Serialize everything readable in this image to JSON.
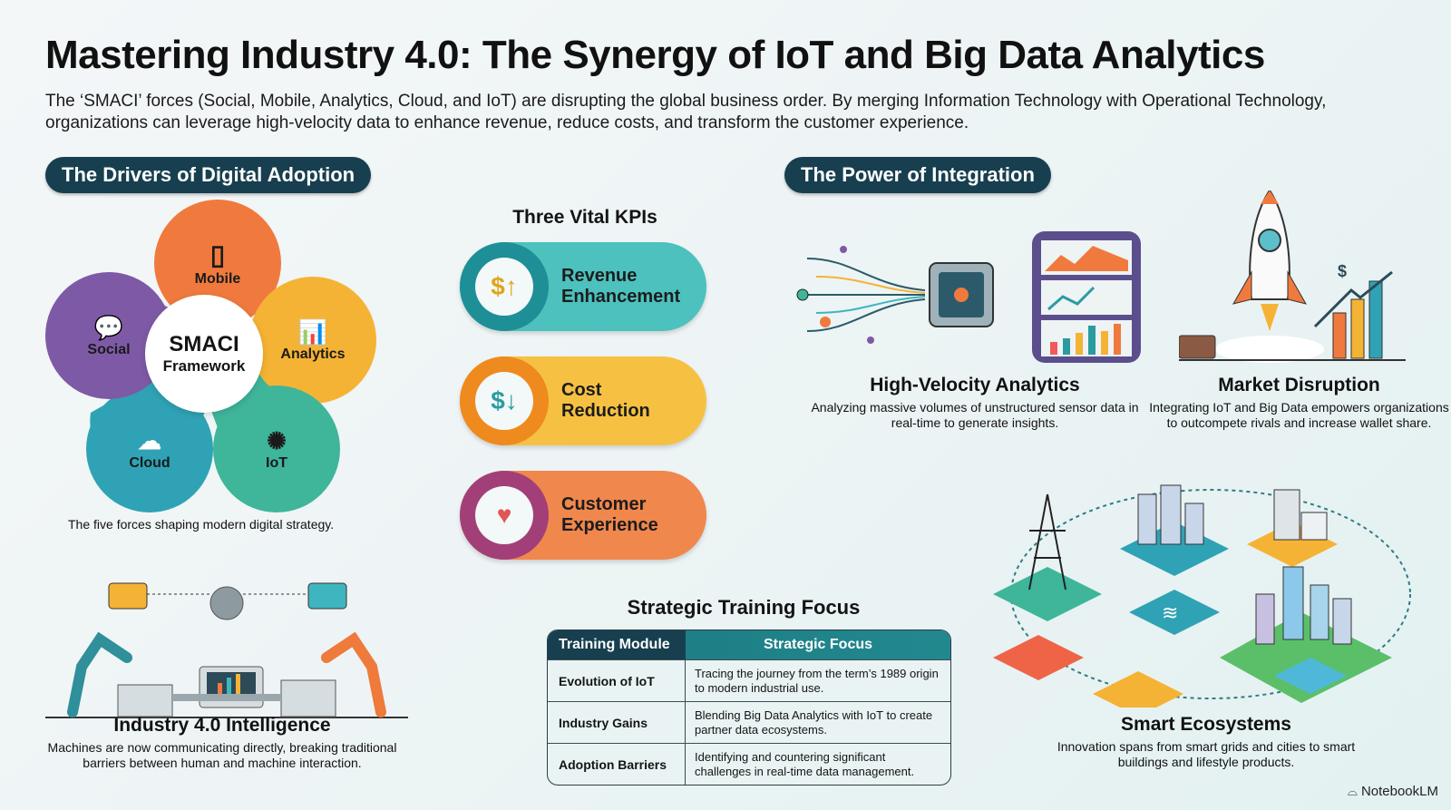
{
  "header": {
    "title": "Mastering Industry 4.0: The Synergy of IoT and Big Data Analytics",
    "subtitle": "The ‘SMACI’ forces (Social, Mobile, Analytics, Cloud, and IoT) are disrupting the global business order. By merging Information Technology with Operational Technology, organizations can leverage high-velocity data to enhance revenue, reduce costs, and transform the customer experience."
  },
  "drivers": {
    "heading": "The Drivers of Digital Adoption",
    "center_title": "SMACI",
    "center_subtitle": "Framework",
    "petals": [
      {
        "label": "Mobile",
        "icon": "smartphone-icon",
        "color": "#f07a3e"
      },
      {
        "label": "Analytics",
        "icon": "bar-chart-icon",
        "color": "#f5b335"
      },
      {
        "label": "IoT",
        "icon": "network-hub-icon",
        "color": "#3fb59a"
      },
      {
        "label": "Cloud",
        "icon": "cloud-upload-icon",
        "color": "#2fa3b5"
      },
      {
        "label": "Social",
        "icon": "people-chat-icon",
        "color": "#7e5aa6"
      }
    ],
    "caption": "The five forces shaping modern digital strategy."
  },
  "kpis": {
    "heading": "Three Vital KPIs",
    "items": [
      {
        "line1": "Revenue",
        "line2": "Enhancement",
        "icon": "revenue-up-icon",
        "glyph": "$↑",
        "ring": "#1e8f96",
        "bg": "#4cc1bd"
      },
      {
        "line1": "Cost",
        "line2": "Reduction",
        "icon": "cost-down-icon",
        "glyph": "$↓",
        "ring": "#ef8a1e",
        "bg": "#f6c142"
      },
      {
        "line1": "Customer",
        "line2": "Experience",
        "icon": "customer-heart-icon",
        "glyph": "♥",
        "ring": "#a23f78",
        "bg": "#f0874c"
      }
    ]
  },
  "industry": {
    "title": "Industry 4.0 Intelligence",
    "description": "Machines are now communicating directly, breaking traditional barriers between human and machine interaction."
  },
  "training": {
    "heading": "Strategic Training Focus",
    "columns": [
      "Training Module",
      "Strategic Focus"
    ],
    "rows": [
      {
        "module": "Evolution of IoT",
        "focus": "Tracing the journey from the term’s 1989 origin to modern industrial use."
      },
      {
        "module": "Industry Gains",
        "focus": "Blending Big Data Analytics with IoT to create partner data ecosystems."
      },
      {
        "module": "Adoption Barriers",
        "focus": "Identifying and countering significant challenges in real-time data management."
      }
    ]
  },
  "integration": {
    "heading": "The Power of Integration",
    "analytics": {
      "title": "High-Velocity Analytics",
      "description": "Analyzing massive volumes of unstructured sensor data in real-time to generate insights."
    },
    "disruption": {
      "title": "Market Disruption",
      "description": "Integrating IoT and Big Data empowers organizations to outcompete rivals and increase wallet share."
    },
    "ecosystems": {
      "title": "Smart Ecosystems",
      "description": "Innovation spans from smart grids and cities to smart buildings and lifestyle products."
    }
  },
  "brand": {
    "label": "NotebookLM"
  },
  "colors": {
    "pill_bg": "#173f4f",
    "teal": "#1e8f96",
    "orange": "#f07a3e",
    "yellow": "#f5b335",
    "purple": "#7e5aa6"
  }
}
